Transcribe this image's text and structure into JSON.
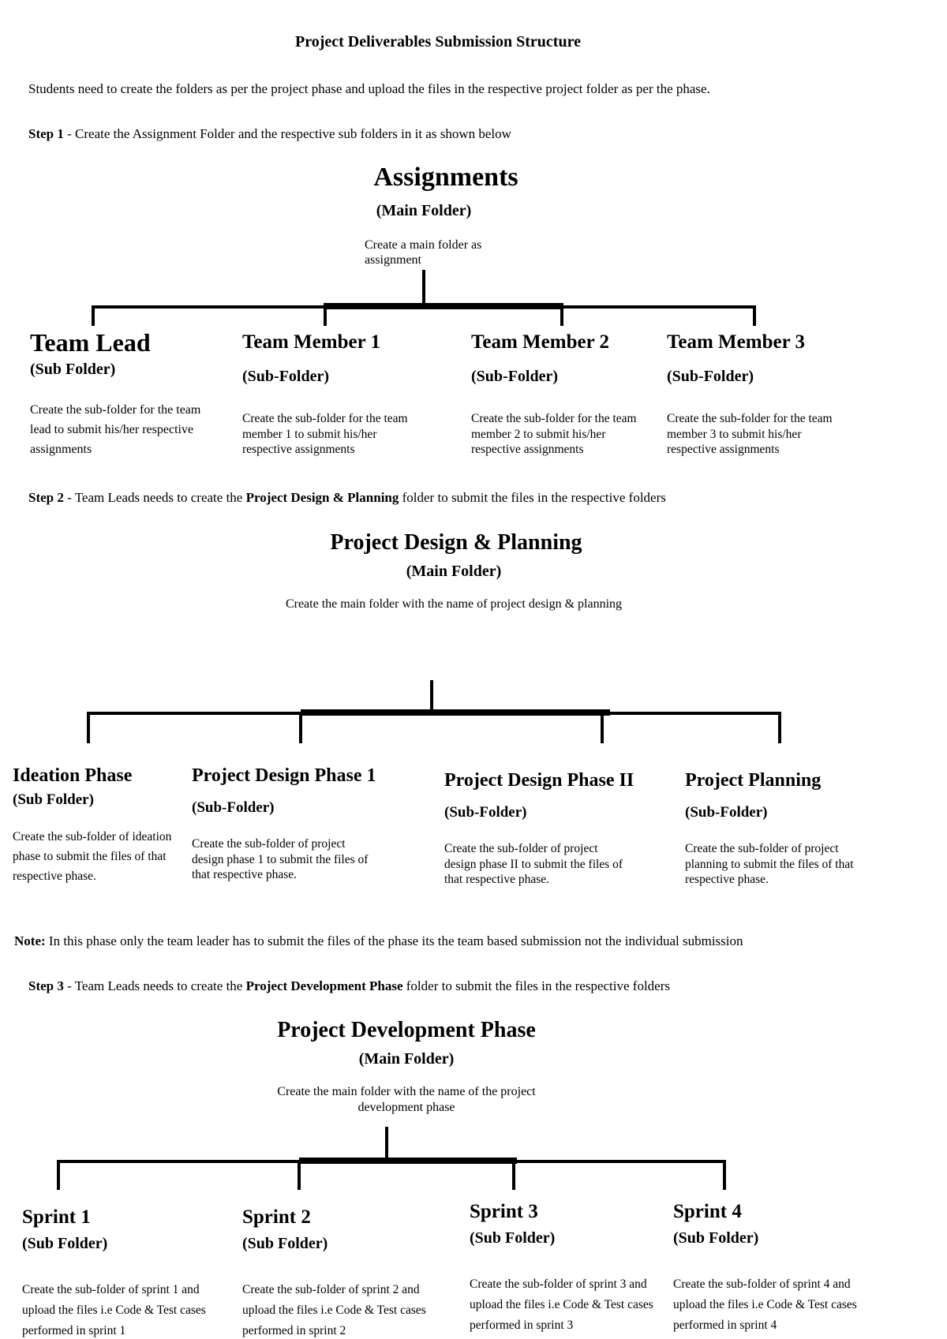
{
  "document": {
    "title": "Project Deliverables Submission Structure",
    "intro": "Students need to create the folders as per the project phase and upload the files in the respective project folder as per the phase.",
    "note_label": "Note:",
    "note_text": " In this phase only the team leader has to submit the files of the phase its the team based submission not the individual submission"
  },
  "steps": [
    {
      "label": "Step 1",
      "pre": " - Create the Assignment Folder and the respective sub folders in it as shown below",
      "bold": "",
      "post": ""
    },
    {
      "label": "Step 2",
      "pre": " - Team Leads needs to create the ",
      "bold": "Project Design & Planning",
      "post": " folder to submit the files in the respective folders"
    },
    {
      "label": "Step 3",
      "pre": " - Team Leads needs to create the ",
      "bold": "Project Development Phase",
      "post": " folder to submit the files in the respective folders"
    }
  ],
  "trees": [
    {
      "root": {
        "title": "Assignments",
        "subtitle": "(Main Folder)",
        "caption": "Create a main folder as assignment"
      },
      "nodes": [
        {
          "title": "Team Lead",
          "subtitle": "(Sub Folder)",
          "desc": "Create the sub-folder for the team lead to submit his/her respective assignments"
        },
        {
          "title": "Team Member 1",
          "subtitle": "(Sub-Folder)",
          "desc": "Create the sub-folder for the team member 1 to submit his/her respective assignments"
        },
        {
          "title": "Team Member 2",
          "subtitle": "(Sub-Folder)",
          "desc": "Create the sub-folder for the team member 2 to submit his/her respective assignments"
        },
        {
          "title": "Team Member 3",
          "subtitle": "(Sub-Folder)",
          "desc": "Create the sub-folder for the team member 3 to submit his/her respective assignments"
        }
      ]
    },
    {
      "root": {
        "title": "Project Design & Planning",
        "subtitle": "(Main Folder)",
        "caption": "Create the main folder with the name of project design & planning"
      },
      "nodes": [
        {
          "title": "Ideation Phase",
          "subtitle": "(Sub Folder)",
          "desc": "Create the sub-folder of ideation phase to submit the files of that respective phase."
        },
        {
          "title": "Project Design Phase 1",
          "subtitle": "(Sub-Folder)",
          "desc": "Create the sub-folder of project design phase 1 to submit the files of that respective phase."
        },
        {
          "title": "Project Design Phase II",
          "subtitle": "(Sub-Folder)",
          "desc": "Create the sub-folder of project design phase II to submit the files of that respective phase."
        },
        {
          "title": "Project Planning",
          "subtitle": "(Sub-Folder)",
          "desc": "Create the sub-folder of project planning to submit the files of that respective phase."
        }
      ]
    },
    {
      "root": {
        "title": "Project Development Phase",
        "subtitle": "(Main Folder)",
        "caption": "Create the main folder with the name of the project development phase"
      },
      "nodes": [
        {
          "title": "Sprint 1",
          "subtitle": "(Sub Folder)",
          "desc": "Create the sub-folder of sprint 1 and upload the files i.e Code & Test cases performed in sprint 1"
        },
        {
          "title": "Sprint 2",
          "subtitle": "(Sub Folder)",
          "desc": "Create the sub-folder of sprint 2 and upload the files i.e Code & Test cases performed in sprint 2"
        },
        {
          "title": "Sprint 3",
          "subtitle": "(Sub Folder)",
          "desc": "Create the sub-folder of sprint 3 and upload the files i.e Code & Test cases performed in sprint 3"
        },
        {
          "title": "Sprint 4",
          "subtitle": "(Sub Folder)",
          "desc": "Create the sub-folder of sprint 4 and upload the files i.e Code & Test cases performed in sprint 4"
        }
      ]
    }
  ]
}
